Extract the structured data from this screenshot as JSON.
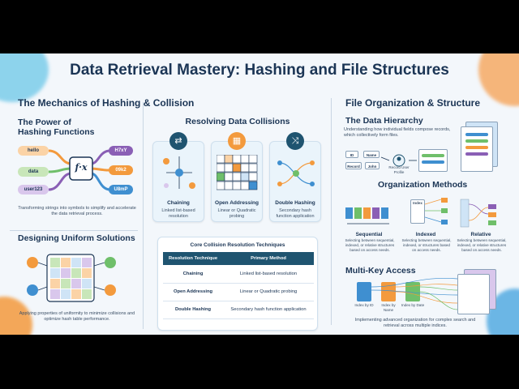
{
  "title": "Data Retrieval Mastery: Hashing and File Structures",
  "left": {
    "heading": "The Mechanics of Hashing & Collision",
    "power": {
      "heading_line1": "The Power of",
      "heading_line2": "Hashing Functions",
      "inputs": [
        "hello",
        "data",
        "user123"
      ],
      "outputs": [
        "H7xY",
        "09k2",
        "U8mP"
      ],
      "formula": "f·x",
      "caption": "Transforming strings into symbols to simplify and accelerate the data retrieval process."
    },
    "uniform": {
      "heading": "Designing Uniform Solutions",
      "caption": "Applying properties of uniformity to minimize collisions and optimize hash table performance."
    }
  },
  "collisions": {
    "heading": "Resolving Data Collisions",
    "cards": [
      {
        "title": "Chaining",
        "sub": "Linked list-based resolution"
      },
      {
        "title": "Open Addressing",
        "sub": "Linear or Quadratic probing"
      },
      {
        "title": "Double Hashing",
        "sub": "Secondary hash function application"
      }
    ],
    "table": {
      "title": "Core Collision Resolution Techniques",
      "headers": [
        "Resolution Technique",
        "Primary Method"
      ],
      "rows": [
        [
          "Chaining",
          "Linked list-based resolution"
        ],
        [
          "Open Addressing",
          "Linear or Quadratic probing"
        ],
        [
          "Double Hashing",
          "Secondary hash function application"
        ]
      ]
    }
  },
  "right": {
    "heading": "File Organization & Structure",
    "hierarchy": {
      "heading": "The Data Hierarchy",
      "caption": "Understanding how individual fields compose records, which collectively form files.",
      "fields": [
        "ID",
        "Name",
        "Record",
        "John"
      ],
      "profile_label": "Record User Profile"
    },
    "methods": {
      "heading": "Organization Methods",
      "items": [
        {
          "title": "Sequential",
          "sub": "Selecting between sequential, indexed, or relative structures based on access needs."
        },
        {
          "title": "Indexed",
          "sub": "Selecting between sequential, indexed, or structures based on access needs."
        },
        {
          "title": "Relative",
          "sub": "Selecting between sequential, indexed, or relative structures based on access needs."
        }
      ],
      "index_label": "Index"
    },
    "multikey": {
      "heading": "Multi-Key Access",
      "indices": [
        "Index by ID",
        "Index by Name",
        "Index by Date"
      ],
      "caption": "Implementing advanced organization for complex search and retrieval across multiple indices."
    }
  },
  "colors": {
    "navy": "#1b3555",
    "teal": "#1f5470",
    "orange": "#f39a3d",
    "green": "#6fbf6a",
    "purple": "#8a5fb5",
    "blue": "#3f8fd0"
  }
}
